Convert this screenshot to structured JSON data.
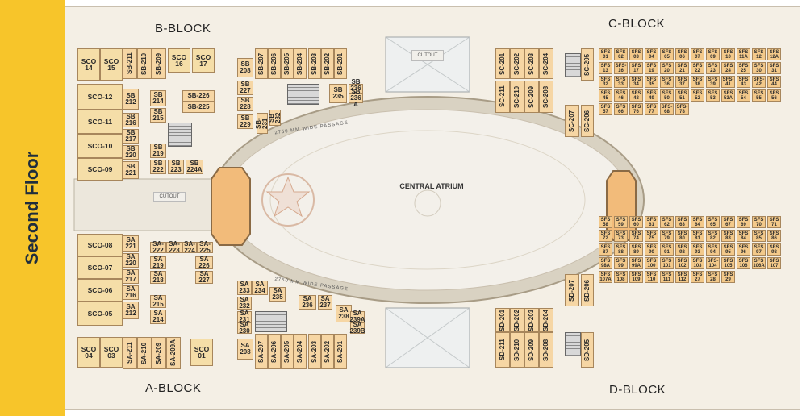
{
  "sidebar": {
    "title": "Second Floor"
  },
  "blocks": {
    "a": "A-BLOCK",
    "b": "B-BLOCK",
    "c": "C-BLOCK",
    "d": "D-BLOCK"
  },
  "atrium": {
    "label": "CENTRAL ATRIUM"
  },
  "passages": {
    "upper": "2750 MM WIDE PASSAGE",
    "lower": "2750 MM WIDE PASSAGE",
    "cutout": "CUTOUT"
  },
  "colors": {
    "sidebar": "#f7c52a",
    "shop": "#f6d6a4",
    "sfs": "#f3c98a",
    "floor": "#f4efe5"
  },
  "b_block": {
    "sco": [
      "SCO 14",
      "SCO 15",
      "SCO-12",
      "SCO-11",
      "SCO-10",
      "SCO-09",
      "SCO 16",
      "SCO 17"
    ],
    "sb_left": [
      "SB 212",
      "SB 216",
      "SB 217",
      "SB 220",
      "SB 221",
      "SB 214",
      "SB 215",
      "SB 219",
      "SB 222",
      "SB 223",
      "SB 224A",
      "SB-226",
      "SB-225"
    ],
    "sb_top": [
      "SB-211",
      "SB-210",
      "SB-209",
      "SB 208",
      "SB-207",
      "SB-206",
      "SB-205",
      "SB-204",
      "SB-203",
      "SB-202",
      "SB-201"
    ],
    "sb_right": [
      "SB 227",
      "SB 228",
      "SB 229",
      "SB-231",
      "SB 232",
      "SB 235",
      "SB 236 B",
      "SB 236 A"
    ]
  },
  "a_block": {
    "sco": [
      "SCO-08",
      "SCO-07",
      "SCO-06",
      "SCO-05",
      "SCO 04",
      "SCO 03",
      "SCO 01"
    ],
    "sa_left": [
      "SA 221",
      "SA 220",
      "SA 217",
      "SA 216",
      "SA 212",
      "SA 219",
      "SA 218",
      "SA 215",
      "SA 214",
      "SA 226",
      "SA 227",
      "SA-222",
      "SA-223",
      "SA-224",
      "SA-225"
    ],
    "sa_bottom": [
      "SA-211",
      "SA-210",
      "SA-209",
      "SA-209A",
      "SA 208",
      "SA-207",
      "SA-206",
      "SA-205",
      "SA-204",
      "SA-203",
      "SA-202",
      "SA-201"
    ],
    "sa_right": [
      "SA 233",
      "SA 234",
      "SA 232",
      "SA 235",
      "SA 231",
      "SA 230",
      "SA 236",
      "SA 237",
      "SA 238",
      "SA 239A",
      "SA 239B"
    ]
  },
  "c_block": {
    "sc": [
      "SC-211",
      "SC-201",
      "SC-210",
      "SC-202",
      "SC-209",
      "SC-203",
      "SC-208",
      "SC-204",
      "SC-205",
      "SC-206",
      "SC-207"
    ],
    "sfs": [
      "SFS 01",
      "SFS 02",
      "SFS 03",
      "SFS 04",
      "SFS 05",
      "SFS 06",
      "SFS 07",
      "SFS 09",
      "SFS 10",
      "SFS 11A",
      "SFS 12",
      "SFS 12A",
      "SFS 13",
      "SFS-16",
      "SFS 17",
      "SFS 19",
      "SFS 20",
      "SFS 21",
      "SFS 22",
      "SFS 23",
      "SFS 24",
      "SFS 25",
      "SFS 30",
      "SFS 31",
      "SFS 32",
      "SFS 33",
      "SFS 34",
      "SFS 35",
      "SFS 36",
      "SFS 37",
      "SFS 38",
      "SFS 39",
      "SFS-41",
      "SFS 43",
      "SFS-42",
      "SFS 44",
      "SFS 45",
      "SFS 46",
      "SFS 48",
      "SFS 49",
      "SFS 50",
      "SFS 51",
      "SFS 52",
      "SFS 53",
      "SFS 53A",
      "SFS 54",
      "SFS 55",
      "SFS 56",
      "SFS 57",
      "SFS 66",
      "SFS 76",
      "SFS 77",
      "SFS-68",
      "SFS-78"
    ]
  },
  "d_block": {
    "sd": [
      "SD-211",
      "SD-201",
      "SD-210",
      "SD-202",
      "SD-209",
      "SD-203",
      "SD-208",
      "SD-204",
      "SD-205",
      "SD-206",
      "SD-207"
    ],
    "sfs": [
      "SFS 58",
      "SFS 59",
      "SFS 60",
      "SFS 61",
      "SFS 62",
      "SFS 63",
      "SFS 64",
      "SFS 65",
      "SFS 67",
      "SFS 69",
      "SFS 70",
      "SFS 71",
      "SFS 72",
      "SFS 73",
      "SFS 74",
      "SFS 75",
      "SFS 79",
      "SFS 80",
      "SFS 81",
      "SFS 82",
      "SFS 83",
      "SFS 84",
      "SFS 85",
      "SFS 86",
      "SFS 87",
      "SFS 88",
      "SFS 89",
      "SFS 90",
      "SFS 91",
      "SFS 92",
      "SFS 93",
      "SFS 94",
      "SFS 95",
      "SFS 96",
      "SFS 97",
      "SFS 98",
      "SFS 98A",
      "SFS 99",
      "SFS 99A",
      "SFS 100",
      "SFS 101",
      "SFS 102",
      "SFS 103",
      "SFS-104",
      "SFS 105",
      "SFS 106",
      "SFS 106A",
      "SFS 107",
      "SFS 107A",
      "SFS 108",
      "SFS 109",
      "SFS 110",
      "SFS 111",
      "SFS 112",
      "SFS 27",
      "SFS 28",
      "SFS 29"
    ]
  }
}
